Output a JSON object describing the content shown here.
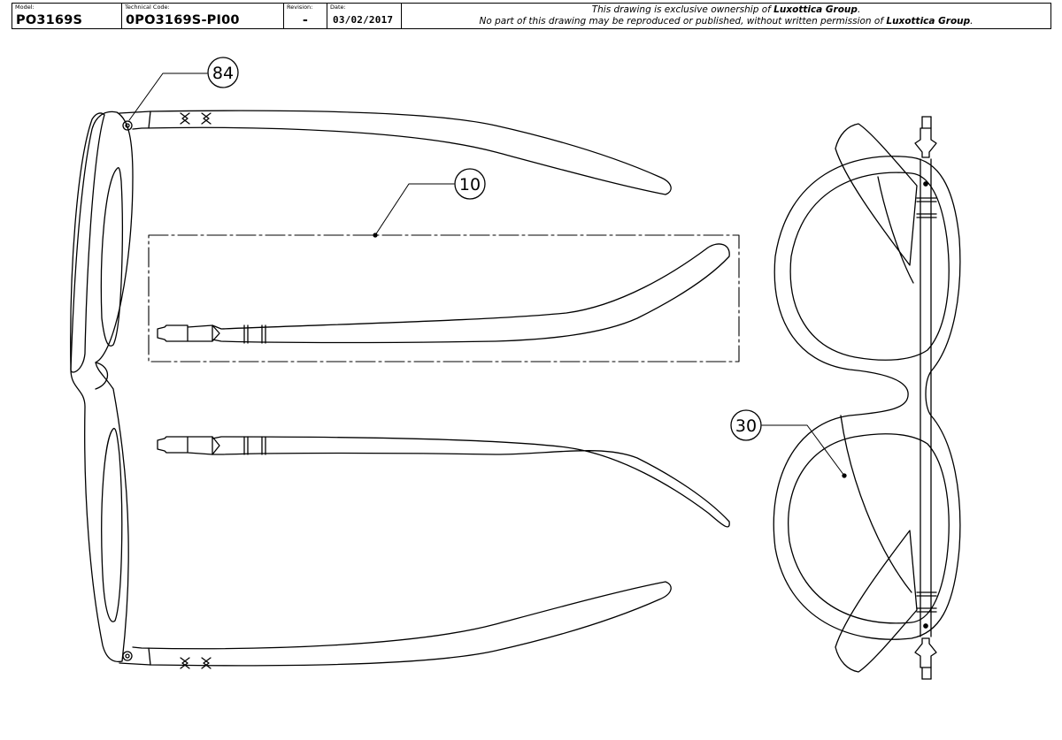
{
  "title_block": {
    "model_caption": "Model:",
    "model_value": "PO3169S",
    "technical_caption": "Technical Code:",
    "technical_value": "0PO3169S-PI00",
    "revision_caption": "Revision:",
    "revision_value": "-",
    "date_caption": "Date:",
    "date_value": "03/02/2017",
    "notice_line1_prefix": "This drawing is exclusive ownership of ",
    "notice_line1_company": "Luxottica Group",
    "notice_line1_suffix": ".",
    "notice_line2_prefix": "No part of this drawing may be reproduced or published, without written permission of ",
    "notice_line2_company": "Luxottica Group",
    "notice_line2_suffix": "."
  },
  "callouts": {
    "screw": "84",
    "temple": "10",
    "lens": "30"
  }
}
